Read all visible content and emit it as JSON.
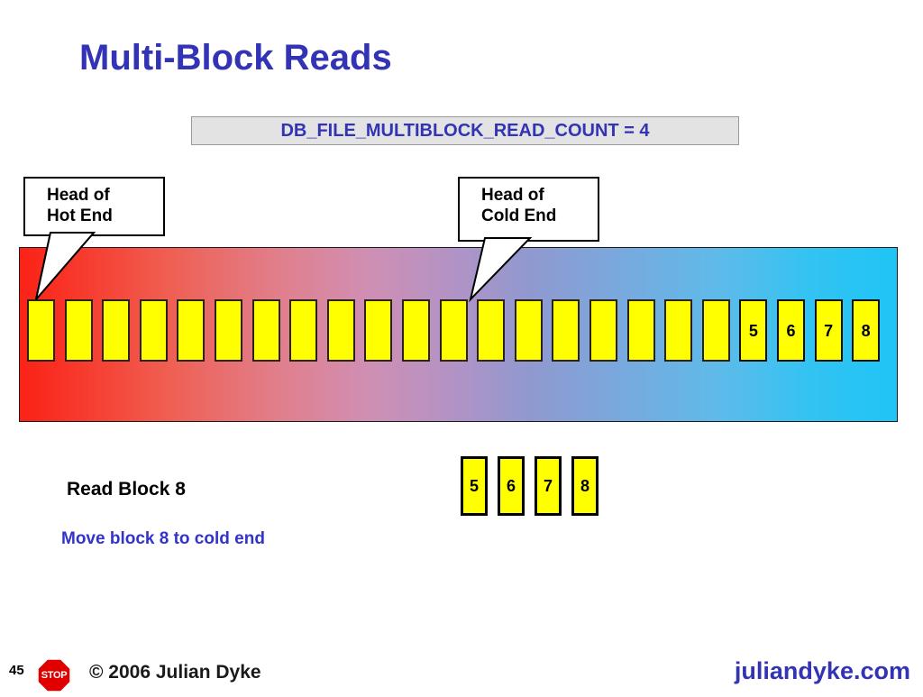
{
  "slide": {
    "title": "Multi-Block Reads",
    "page_number": "45",
    "accent_color": "#3333b5",
    "block_color": "#ffff00"
  },
  "parameter_banner": {
    "text": "DB_FILE_MULTIBLOCK_READ_COUNT = 4",
    "parameter": "DB_FILE_MULTIBLOCK_READ_COUNT",
    "value": "4"
  },
  "callouts": [
    {
      "id": "hot",
      "label": "Head of\nHot End",
      "line1": "Head of",
      "line2": "Hot End"
    },
    {
      "id": "cold",
      "label": "Head of\nCold End",
      "line1": "Head of",
      "line2": "Cold End"
    }
  ],
  "lru_bar": {
    "description": "LRU list gradient from hot end (red) to cold end (cyan)",
    "hot_color": "#fa2216",
    "cold_color": "#1fc4f5",
    "total_blocks": 23,
    "blocks": [
      {
        "index": 1,
        "label": ""
      },
      {
        "index": 2,
        "label": ""
      },
      {
        "index": 3,
        "label": ""
      },
      {
        "index": 4,
        "label": ""
      },
      {
        "index": 5,
        "label": ""
      },
      {
        "index": 6,
        "label": ""
      },
      {
        "index": 7,
        "label": ""
      },
      {
        "index": 8,
        "label": ""
      },
      {
        "index": 9,
        "label": ""
      },
      {
        "index": 10,
        "label": ""
      },
      {
        "index": 11,
        "label": ""
      },
      {
        "index": 12,
        "label": ""
      },
      {
        "index": 13,
        "label": ""
      },
      {
        "index": 14,
        "label": ""
      },
      {
        "index": 15,
        "label": ""
      },
      {
        "index": 16,
        "label": ""
      },
      {
        "index": 17,
        "label": ""
      },
      {
        "index": 18,
        "label": ""
      },
      {
        "index": 19,
        "label": ""
      },
      {
        "index": 20,
        "label": "5"
      },
      {
        "index": 21,
        "label": "6"
      },
      {
        "index": 22,
        "label": "7"
      },
      {
        "index": 23,
        "label": "8"
      }
    ]
  },
  "read_group": {
    "blocks": [
      {
        "label": "5"
      },
      {
        "label": "6"
      },
      {
        "label": "7"
      },
      {
        "label": "8"
      }
    ]
  },
  "captions": {
    "primary": "Read Block 8",
    "secondary": "Move block 8 to cold end"
  },
  "footer": {
    "page": "45",
    "stop_label": "STOP",
    "stop_color": "#e00000",
    "copyright": "© 2006 Julian Dyke",
    "brand": "juliandyke.com"
  }
}
